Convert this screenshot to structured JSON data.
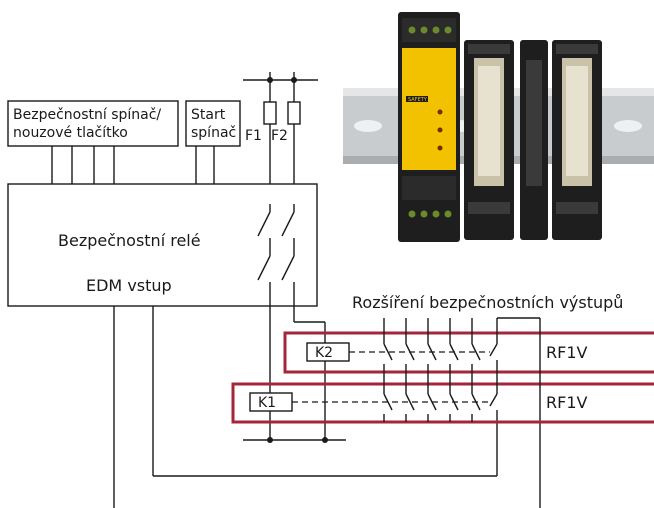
{
  "labels": {
    "safety_switch_line1": "Bezpečnostní spínač/",
    "safety_switch_line2": "nouzové tlačítko",
    "start_line1": "Start",
    "start_line2": "spínač",
    "fuse1": "F1",
    "fuse2": "F2",
    "relay_title": "Bezpečnostní relé",
    "edm_input": "EDM vstup",
    "expansion_title": "Rozšíření bezpečnostních výstupů",
    "k1": "K1",
    "k2": "K2",
    "module_top": "RF1V",
    "module_bottom": "RF1V"
  },
  "photo": {
    "safety_relay_module_alt": "safety-relay-module",
    "device_label_safety": "SAFETY",
    "colors": {
      "rail": "#c9ccce",
      "device_yellow": "#f2c200",
      "device_black": "#1e1e1e",
      "terminal_green": "#6b8a2c"
    }
  },
  "colors": {
    "line": "#1a1a1a",
    "module_border": "#a3263a",
    "background": "#ffffff"
  }
}
